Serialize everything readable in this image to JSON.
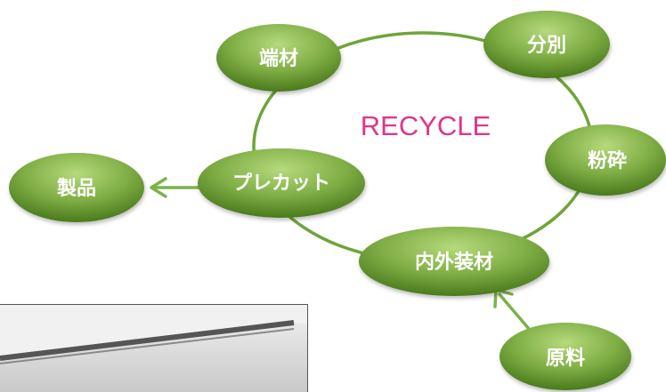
{
  "title": "RECYCLE",
  "nodes": {
    "hazai": "端材",
    "bunbetsu": "分別",
    "funsai": "粉砕",
    "precut": "プレカット",
    "naigai": "内外装材",
    "seihin": "製品",
    "genryo": "原料"
  },
  "colors": {
    "node_fill_light": "#a9cf6b",
    "node_fill_dark": "#4f7f1f",
    "cycle_line": "#6ea53a",
    "arrow": "#7bb24a",
    "title": "#e0358a"
  }
}
